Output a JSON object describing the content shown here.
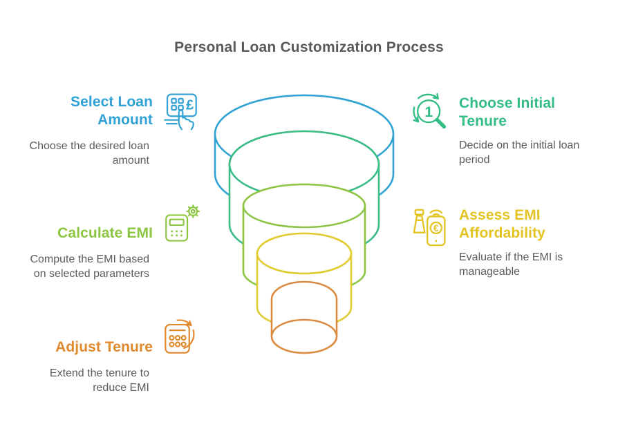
{
  "title": "Personal Loan Customization Process",
  "title_color": "#58595B",
  "description_color": "#5B5B5B",
  "steps": {
    "select_loan_amount": {
      "heading": "Select Loan\nAmount",
      "description": "Choose the desired loan\namount",
      "color": "#2FA1D4",
      "icon": "payment-keypad-icon"
    },
    "choose_initial_tenure": {
      "heading": "Choose Initial\nTenure",
      "description": "Decide on the initial loan\nperiod",
      "color": "#32BD85",
      "icon": "magnifier-step-one-icon"
    },
    "calculate_emi": {
      "heading": "Calculate EMI",
      "description": "Compute the EMI based\non selected parameters",
      "color": "#8CC540",
      "icon": "calculator-gear-icon"
    },
    "assess_emi_affordability": {
      "heading": "Assess EMI\nAffordability",
      "description": "Evaluate if the EMI is\nmanageable",
      "color": "#E3C421",
      "icon": "phone-euro-icon"
    },
    "adjust_tenure": {
      "heading": "Adjust Tenure",
      "description": "Extend the tenure to\nreduce EMI",
      "color": "#E0882C",
      "icon": "calculator-refresh-icon"
    }
  },
  "funnel": {
    "layers": [
      {
        "name": "select-loan-amount",
        "color": "#31A3D3"
      },
      {
        "name": "choose-initial-tenure",
        "color": "#3CBC86"
      },
      {
        "name": "calculate-emi",
        "color": "#8DC444"
      },
      {
        "name": "assess-emi-affordability",
        "color": "#E0CB30"
      },
      {
        "name": "adjust-tenure",
        "color": "#DB8B41"
      }
    ]
  }
}
